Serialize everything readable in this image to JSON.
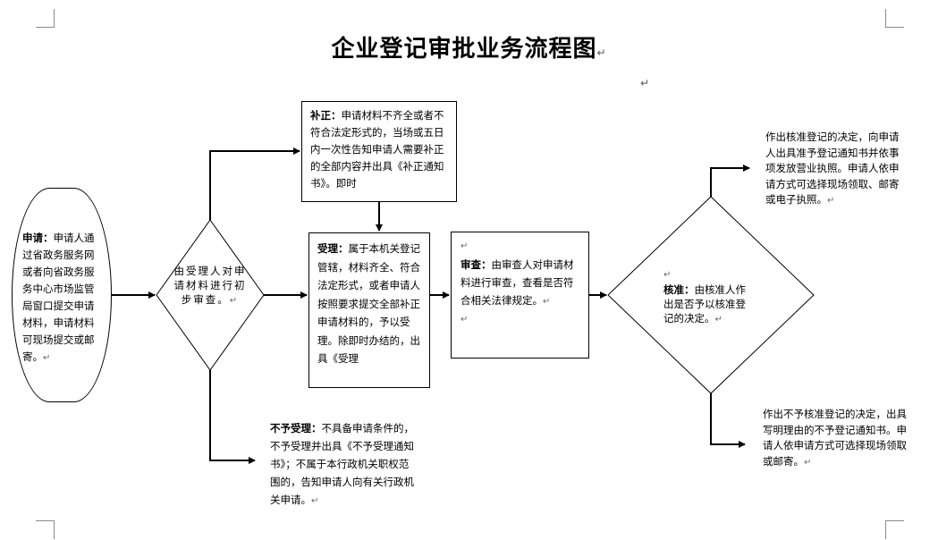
{
  "title": "企业登记审批业务流程图",
  "mark": "↵",
  "nodes": {
    "apply": {
      "head": "申请：",
      "text": "申请人通过省政务服务网或者向省政务服务中心市场监管局窗口提交申请材料，申请材料可现场提交或邮寄。"
    },
    "initial": {
      "text": "由受理人对申请材料进行初步审查。"
    },
    "correct": {
      "head": "补正：",
      "text": "申请材料不齐全或者不符合法定形式的，当场或五日内一次性告知申请人需要补正的全部内容并出具《补正通知书》。即时"
    },
    "accept": {
      "head": "受理：",
      "text": "属于本机关登记管辖，材料齐全、符合法定形式，或者申请人按照要求提交全部补正申请材料的，予以受理。除即时办结的，出具《受理"
    },
    "review": {
      "head": "审查：",
      "text": "由审查人对申请材料进行审查，查看是否符合相关法律规定。"
    },
    "reject": {
      "head": "不予受理：",
      "text": "不具备申请条件的，不予受理并出具《不予受理通知书》；不属于本行政机关职权范围的，告知申请人向有关行政机关申请。"
    },
    "approve": {
      "head": "核准：",
      "text": "由核准人作出是否予以核准登记的决定。"
    },
    "grant": {
      "text": "作出核准登记的决定，向申请人出具准予登记通知书并依事项发放营业执照。申请人依申请方式可选择现场领取、邮寄或电子执照。"
    },
    "deny": {
      "text": "作出不予核准登记的决定，出具写明理由的不予登记通知书。申请人依申请方式可选择现场领取或邮寄。"
    }
  }
}
